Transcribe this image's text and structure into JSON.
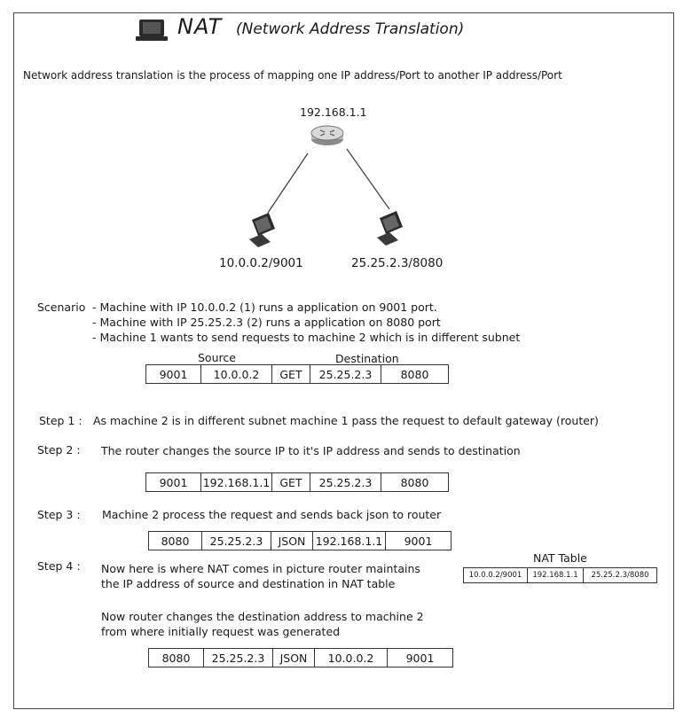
{
  "title": "NAT",
  "subtitle": "(Network Address Translation)",
  "icons": {
    "title_icon": "laptop-icon",
    "router_icon": "router-icon",
    "machine_icon": "computer-icon"
  },
  "definition": "Network address translation is the process of mapping one IP address/Port to another IP address/Port",
  "router_ip": "192.168.1.1",
  "machine1_label": "10.0.0.2/9001",
  "machine2_label": "25.25.2.3/8080",
  "scenario": {
    "label": "Scenario",
    "lines": [
      "- Machine with IP 10.0.0.2 (1) runs a application on 9001 port.",
      "- Machine with IP 25.25.2.3 (2) runs a application on 8080 port",
      "- Machine 1 wants to send requests to machine 2 which is in different subnet"
    ]
  },
  "packet_headers": {
    "source": "Source",
    "destination": "Destination"
  },
  "packets": [
    [
      "9001",
      "10.0.0.2",
      "GET",
      "25.25.2.3",
      "8080"
    ],
    [
      "9001",
      "192.168.1.1",
      "GET",
      "25.25.2.3",
      "8080"
    ],
    [
      "8080",
      "25.25.2.3",
      "JSON",
      "192.168.1.1",
      "9001"
    ],
    [
      "8080",
      "25.25.2.3",
      "JSON",
      "10.0.0.2",
      "9001"
    ]
  ],
  "steps": [
    {
      "label": "Step 1 :",
      "text": "As machine 2 is in different subnet machine 1 pass the request to default gateway (router)"
    },
    {
      "label": "Step 2 :",
      "text": "The router changes the source IP to it's IP address and sends to destination"
    },
    {
      "label": "Step 3 :",
      "text": "Machine 2 process the request and sends back json to router"
    },
    {
      "label": "Step 4 :",
      "text_line1": "Now here is where NAT comes in picture router maintains",
      "text_line2": "the IP address of source and destination in NAT table"
    }
  ],
  "step4_followup": [
    "Now router changes the destination address to machine 2",
    "from where initially request was generated"
  ],
  "nat_table": {
    "title": "NAT Table",
    "row": [
      "10.0.0.2/9001",
      "192.168.1.1",
      "25.25.2.3/8080"
    ]
  }
}
